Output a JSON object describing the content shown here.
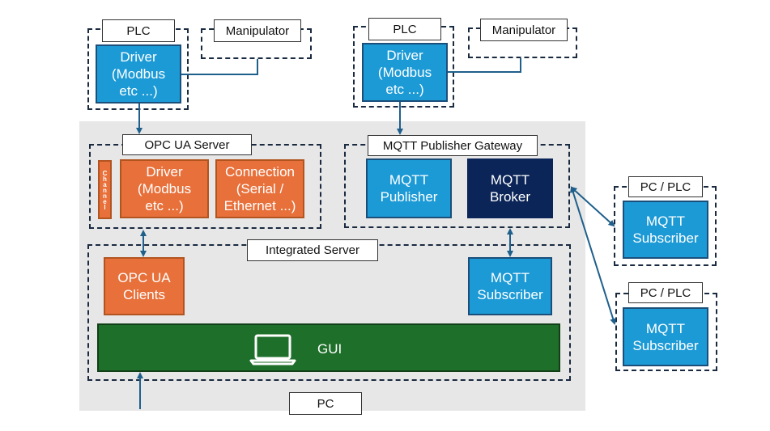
{
  "left_plc": {
    "plc_label": "PLC",
    "manipulator_label": "Manipulator",
    "driver": "Driver\n(Modbus\netc ...)"
  },
  "right_plc": {
    "plc_label": "PLC",
    "manipulator_label": "Manipulator",
    "driver": "Driver\n(Modbus\netc ...)"
  },
  "opc_server": {
    "title": "OPC UA Server",
    "channel": "Channel",
    "driver": "Driver\n(Modbus\netc ...)",
    "connection": "Connection\n(Serial /\nEthernet ...)"
  },
  "mqtt_gateway": {
    "title": "MQTT Publisher Gateway",
    "publisher": "MQTT\nPublisher",
    "broker": "MQTT\nBroker"
  },
  "integrated_server": {
    "title": "Integrated Server",
    "opc_clients": "OPC UA\nClients",
    "mqtt_subscriber": "MQTT\nSubscriber",
    "gui": "GUI"
  },
  "pc_label": "PC",
  "remote_subscribers": [
    {
      "label": "PC / PLC",
      "block": "MQTT\nSubscriber"
    },
    {
      "label": "PC / PLC",
      "block": "MQTT\nSubscriber"
    }
  ],
  "colors": {
    "blue": "#1c9ad6",
    "orange": "#e8703a",
    "navy": "#0b2558",
    "green": "#1e6f2a",
    "pc_background": "#e7e7e7",
    "connector": "#1f5f8b"
  },
  "icons": {
    "gui": "laptop-icon"
  }
}
